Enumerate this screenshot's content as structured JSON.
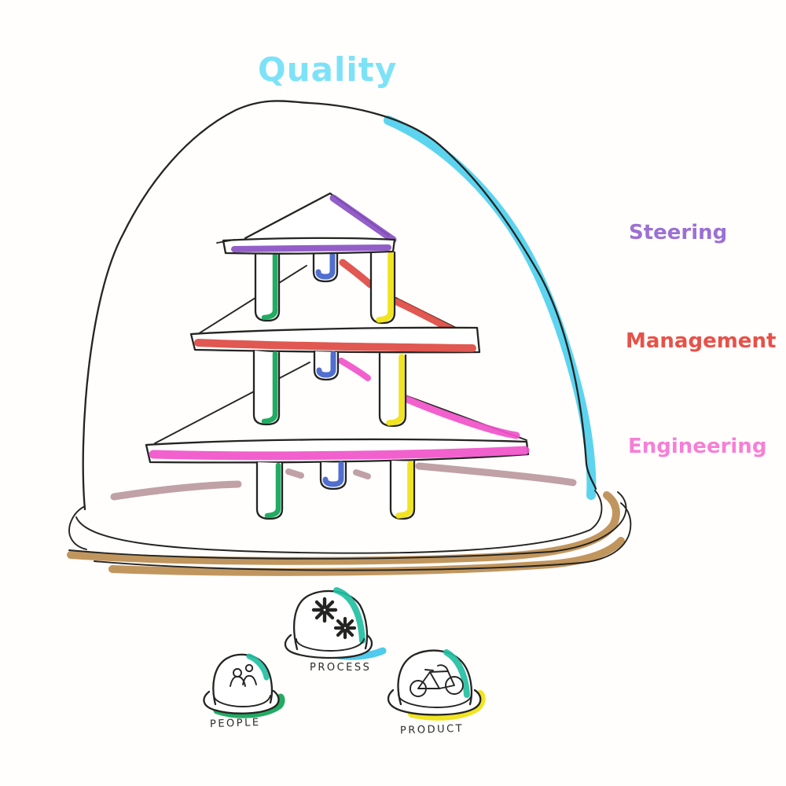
{
  "title": "Quality",
  "levels": [
    {
      "label": "Steering",
      "color": "#9c70d3"
    },
    {
      "label": "Management",
      "color": "#e85148"
    },
    {
      "label": "Engineering",
      "color": "#f67fd6"
    }
  ],
  "foundations": [
    {
      "label": "PEOPLE",
      "icon": "people-icon",
      "accent": "#2fae4d"
    },
    {
      "label": "PROCESS",
      "icon": "gears-icon",
      "accent": "#41c6ec"
    },
    {
      "label": "PRODUCT",
      "icon": "bicycle-icon",
      "accent": "#f2e40e"
    }
  ],
  "colors": {
    "ink": "#242422",
    "title": "#7de2f8",
    "steering": "#9c70d3",
    "management": "#e85148",
    "engineering": "#f67fd6",
    "glass": "#4ed0ee",
    "purple": "#8a50c3",
    "red": "#dd4a42",
    "pink": "#f153ca",
    "green": "#0fa456",
    "blue": "#4263cb",
    "yellow": "#f0e20e",
    "brown": "#b68442",
    "mauve": "#b08a90",
    "teal": "#23bfa2",
    "lightcyan": "#41c6ec"
  }
}
